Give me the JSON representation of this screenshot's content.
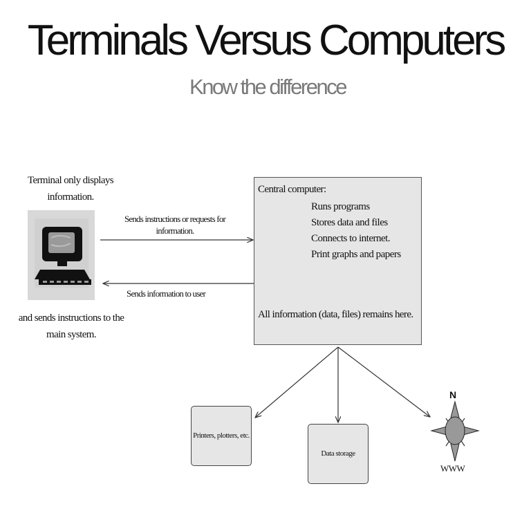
{
  "header": {
    "title": "Terminals Versus Computers",
    "subtitle": "Know the difference"
  },
  "terminal": {
    "caption_top": "Terminal only displays information.",
    "caption_bottom": "and sends instructions to the main system.",
    "icon": "computer-terminal-icon"
  },
  "arrows": {
    "request_label": "Sends instructions or requests for information.",
    "response_label": "Sends information to user"
  },
  "central": {
    "title": "Central computer:",
    "functions": [
      "Runs programs",
      "Stores data and files",
      "Connects to internet.",
      "Print graphs and papers"
    ],
    "note": "All information (data, files) remains here."
  },
  "peripherals": {
    "printers": "Printers, plotters, etc.",
    "storage": "Data storage",
    "compass_letter": "N",
    "www": "WWW",
    "compass_icon": "compass-rose-icon"
  },
  "colors": {
    "box_fill": "#e6e6e6",
    "subtitle": "#7a7a7a",
    "compass_fill": "#999999"
  }
}
